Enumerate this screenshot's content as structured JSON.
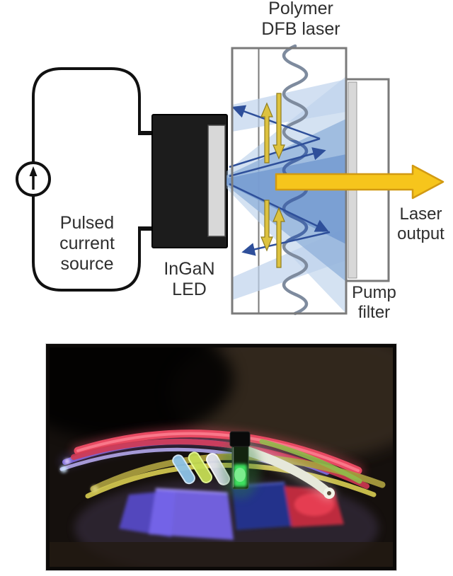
{
  "diagram": {
    "labels": {
      "device": "Polymer\nDFB laser",
      "source": "Pulsed\ncurrent\nsource",
      "led": "InGaN\nLED",
      "output": "Laser\noutput",
      "filter": "Pump\nfilter"
    },
    "colors": {
      "label_text": "#2e2e2e",
      "wire": "#111111",
      "box_border": "#7a7a7a",
      "led_body": "#1c1c1c",
      "facet_gray": "#d8d8d8",
      "pump_cone_light": "#aac6e6",
      "pump_cone_band": "#bfd3ec",
      "pump_cone_mid": "#8fb0da",
      "pump_cone_core": "#7299cf",
      "pump_ray": "#2e4f9a",
      "emission_arrow": "#ddc23f",
      "emission_arrow_edge": "#8f7d1f",
      "grating_wave": "#7e8b9e",
      "grating_wave_blue": "#4a6aa8",
      "laser_arrow": "#f6c51c",
      "laser_arrow_edge": "#d29a12"
    }
  },
  "photo": {
    "colors": {
      "background": "#15100d",
      "tube_red": "#e84a62",
      "tube_red_dark": "#d03a52",
      "tube_violet": "#7a68dc",
      "tube_lavender": "#b2a8ec",
      "tube_olive": "#a89c3e",
      "tube_yellow": "#cfc44e",
      "tube_green": "#8fba4a",
      "tube_white": "#e6e8da",
      "capsule_cyan": "#8fc4e8",
      "capsule_green": "#c6dd55",
      "capsule_white": "#e2e4f0",
      "slab_purple": "#7665ea",
      "slab_purple_dark": "#5a4cd6",
      "slab_blue": "#25318f",
      "slab_red": "#c62a3e",
      "vial_green": "#3ce05e"
    }
  }
}
